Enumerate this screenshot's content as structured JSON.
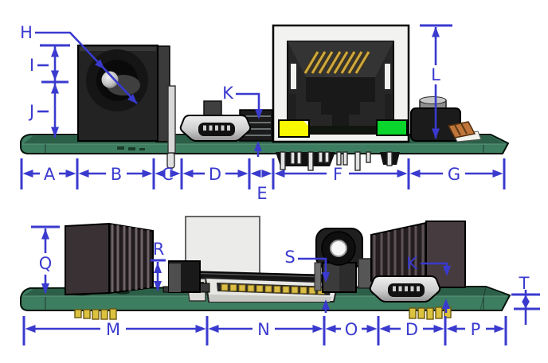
{
  "figure": {
    "type": "pcb-dimension-diagram",
    "annotation_color": "#3a3acf",
    "views": [
      {
        "name": "front-edge-view",
        "width_dims": [
          "A",
          "B",
          "C",
          "D",
          "E",
          "F",
          "G"
        ],
        "height_dims": [
          "H",
          "I",
          "J",
          "K",
          "L"
        ]
      },
      {
        "name": "rear-edge-view",
        "width_dims": [
          "M",
          "N",
          "O",
          "D",
          "P"
        ],
        "height_dims": [
          "Q",
          "R",
          "S",
          "K",
          "T"
        ]
      }
    ],
    "colors": {
      "pcb_face_green": "#3e7e60",
      "pcb_top_green": "#2c5f48",
      "led_yellow": "#f8f800",
      "led_green": "#0ad52c",
      "ethernet_pin_gold": "#cfa93f",
      "sd_contact_gold": "#d9bd45",
      "usb_shell_silver": "#d9d9d9",
      "heatsink_dark": "#3a3134"
    }
  }
}
